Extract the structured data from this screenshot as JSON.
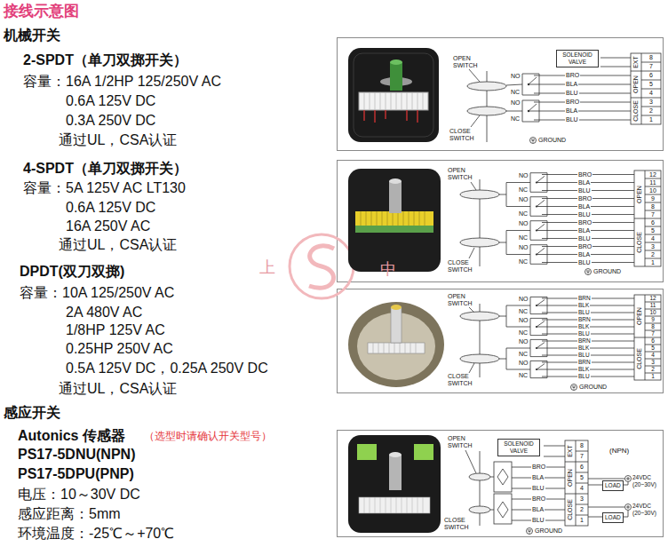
{
  "diagram": {
    "title": "接线示意图",
    "nodes": [
      {
        "text": [
          "SOLENOID VALVE"
        ]
      },
      {
        "text": [
          "SOLENOID VALVE"
        ]
      },
      {
        "text": [
          "LOAD"
        ]
      },
      {
        "text": [
          "LOAD"
        ]
      }
    ],
    "labels": [
      "机械开关",
      "2-SPDT（单刀双掷开关）",
      "容量：16A 1/2HP 125/250V AC",
      "0.6A 125V DC",
      "0.3A 250V DC",
      "通过UL，CSA认证",
      "4-SPDT（单刀双掷开关）",
      "容量：5A 125V AC LT130",
      "0.6A 125V DC",
      "16A 250V AC",
      "通过UL，CSA认证",
      "DPDT(双刀双掷)",
      "容量：10A 125/250V AC",
      "2A 480V AC",
      "1/8HP 125V AC",
      "0.25HP 250V AC",
      "0.5A 125V DC，0.25A 250V DC",
      "通过UL，CSA认证",
      "感应开关",
      "Autonics 传感器",
      "（选型时请确认开关型号）",
      "PS17-5DNU(NPN)",
      "PS17-5DPU(PNP)",
      "电压：10～30V DC",
      "感应距离：5mm",
      "环境温度：-25℃～+70℃",
      "上",
      "中",
      "OPEN SWITCH",
      "NO",
      "NC",
      "NO",
      "NC",
      "BRO",
      "BLA",
      "BLU",
      "BRO",
      "BLA",
      "BLU",
      "EXT",
      "OPEN",
      "CLOSE",
      "8",
      "7",
      "6",
      "5",
      "4",
      "3",
      "2",
      "1",
      "CLOSE SWITCH",
      "GROUND",
      "OPEN SWITCH",
      "NO",
      "NC",
      "NO",
      "NC",
      "NO",
      "NC",
      "NO",
      "NC",
      "BRO",
      "BLA",
      "BLU",
      "BRO",
      "BLA",
      "BLU",
      "BRO",
      "BLA",
      "BLU",
      "BRO",
      "BLA",
      "BLU",
      "OPEN",
      "CLOSE",
      "12",
      "11",
      "10",
      "9",
      "8",
      "7",
      "6",
      "5",
      "4",
      "3",
      "2",
      "1",
      "CLOSE SWITCH",
      "GROUND",
      "OPEN SWITCH",
      "NO",
      "NC",
      "NO",
      "NC",
      "NO",
      "NC",
      "NO",
      "NC",
      "BRN",
      "BLK",
      "BLU",
      "BRN",
      "BLK",
      "BLU",
      "BRN",
      "BLK",
      "BLU",
      "BRN",
      "BLK",
      "BLU",
      "OPEN",
      "CLOSE",
      "12",
      "11",
      "10",
      "9",
      "8",
      "7",
      "6",
      "5",
      "4",
      "3",
      "2",
      "1",
      "CLOSE SWITCH",
      "GROUND",
      "OPEN SWITCH",
      "(NPN)",
      "BRO",
      "BLA",
      "BLU",
      "BRO",
      "BLA",
      "BLU",
      "24VDC (20~30V)",
      "24VDC (20~30V)",
      "EXT",
      "OPEN",
      "CLOSE",
      "8",
      "7",
      "6",
      "5",
      "4",
      "3",
      "2",
      "1",
      "CLOSE SWITCH",
      "GROUND"
    ]
  }
}
